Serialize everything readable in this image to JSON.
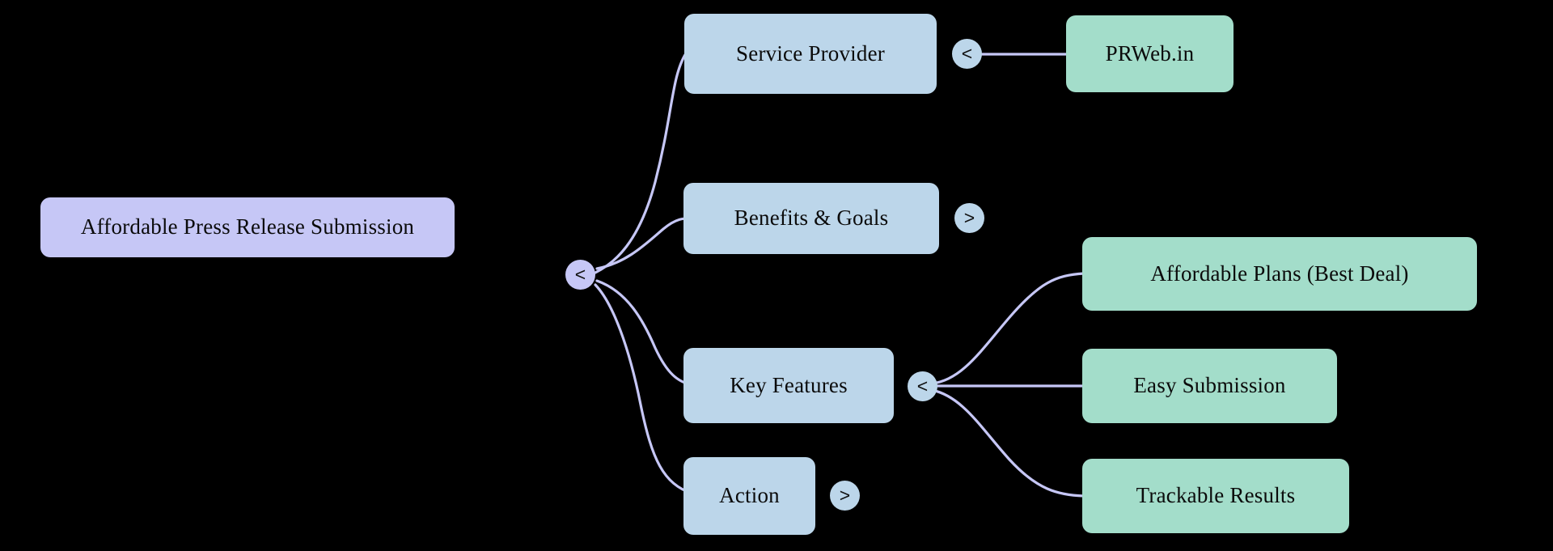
{
  "diagram": {
    "type": "mindmap",
    "title": "Affordable Press Release Submission",
    "background_color": "#000000",
    "colors": {
      "root_fill": "#c6c7f6",
      "branch_fill": "#bcd6ea",
      "leaf_fill": "#a3ddca",
      "edge_stroke": "#c6c7f6",
      "text": "#0b0b0b"
    },
    "nodes": {
      "root": {
        "label": "Affordable Press Release Submission",
        "marker": "<",
        "marker_state": "expanded"
      },
      "service_provider": {
        "label": "Service Provider",
        "marker": "<",
        "marker_state": "expanded"
      },
      "prweb": {
        "label": "PRWeb.in"
      },
      "benefits_goals": {
        "label": "Benefits & Goals",
        "marker": ">",
        "marker_state": "collapsed"
      },
      "key_features": {
        "label": "Key Features",
        "marker": "<",
        "marker_state": "expanded"
      },
      "affordable_plans": {
        "label": "Affordable Plans (Best Deal)"
      },
      "easy_submission": {
        "label": "Easy Submission"
      },
      "trackable_results": {
        "label": "Trackable Results"
      },
      "action": {
        "label": "Action",
        "marker": ">",
        "marker_state": "collapsed"
      }
    },
    "edges": [
      {
        "from": "root",
        "to": "service_provider"
      },
      {
        "from": "root",
        "to": "benefits_goals"
      },
      {
        "from": "root",
        "to": "key_features"
      },
      {
        "from": "root",
        "to": "action"
      },
      {
        "from": "service_provider",
        "to": "prweb"
      },
      {
        "from": "key_features",
        "to": "affordable_plans"
      },
      {
        "from": "key_features",
        "to": "easy_submission"
      },
      {
        "from": "key_features",
        "to": "trackable_results"
      }
    ]
  }
}
